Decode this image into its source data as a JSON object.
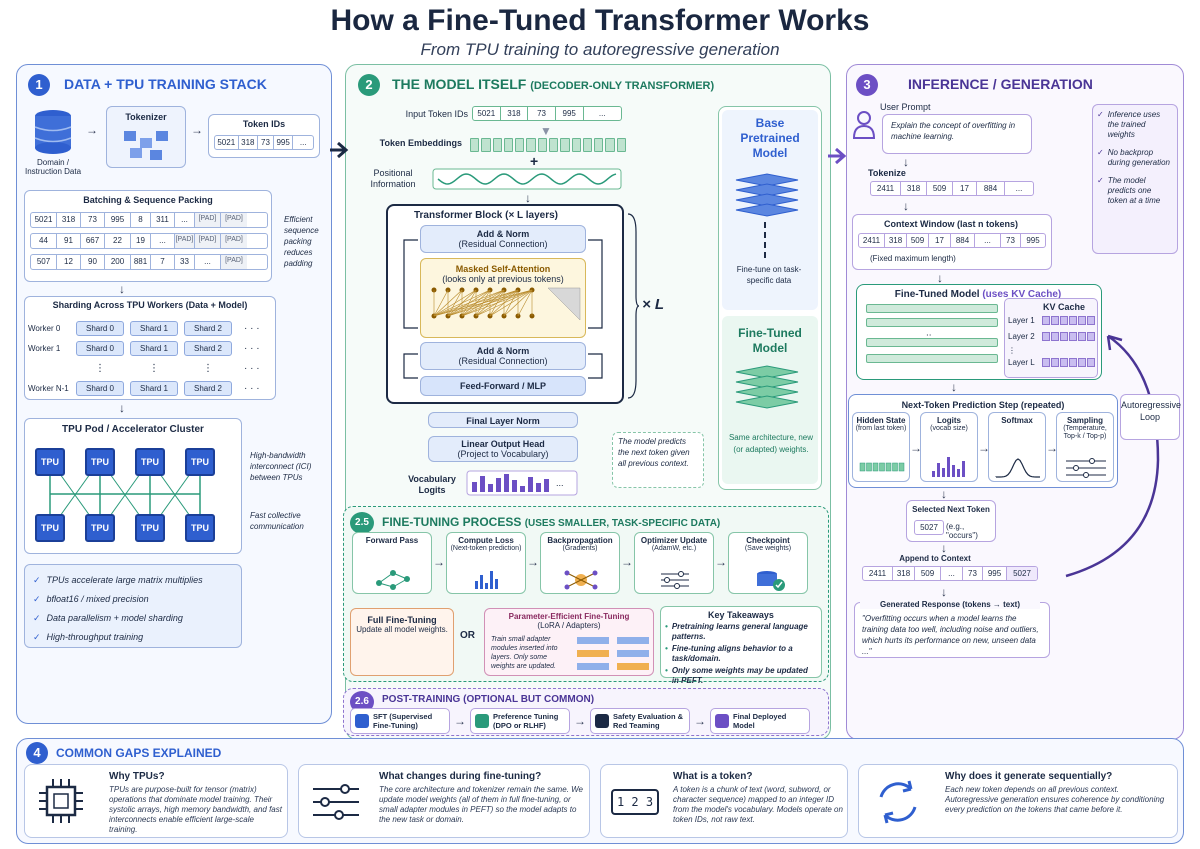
{
  "header": {
    "title": "How a Fine-Tuned Transformer Works",
    "subtitle": "From TPU training to autoregressive generation"
  },
  "colors": {
    "blue": "#2f5fcf",
    "green": "#2a9a7a",
    "purple": "#6c4fc4"
  },
  "section1": {
    "number": "1",
    "title": "DATA + TPU TRAINING STACK",
    "data_label": "Domain / Instruction Data",
    "tokenizer_label": "Tokenizer",
    "token_ids_label": "Token IDs",
    "token_ids": [
      "5021",
      "318",
      "73",
      "995",
      "..."
    ],
    "batching_title": "Batching & Sequence Packing",
    "batch_rows": [
      [
        "5021",
        "318",
        "73",
        "995",
        "8",
        "311",
        "...",
        "[PAD]",
        "[PAD]"
      ],
      [
        "44",
        "91",
        "667",
        "22",
        "19",
        "...",
        "[PAD]",
        "[PAD]",
        "[PAD]"
      ],
      [
        "507",
        "12",
        "90",
        "200",
        "881",
        "7",
        "33",
        "...",
        "[PAD]"
      ]
    ],
    "batching_note": "Efficient sequence packing reduces padding",
    "sharding_title": "Sharding Across TPU Workers (Data + Model)",
    "workers": [
      "Worker 0",
      "Worker 1",
      "Worker N-1"
    ],
    "shards": [
      "Shard 0",
      "Shard 1",
      "Shard 2"
    ],
    "vdots": "⋮",
    "dots": "· · ·",
    "pod_title": "TPU Pod / Accelerator Cluster",
    "tpu_label": "TPU",
    "pod_note1": "High-bandwidth interconnect (ICI) between TPUs",
    "pod_note2": "Fast collective communication",
    "bullets": [
      "TPUs accelerate large matrix multiplies",
      "bfloat16 / mixed precision",
      "Data parallelism + model sharding",
      "High-throughput training"
    ]
  },
  "section2": {
    "number": "2",
    "title": "THE MODEL ITSELF",
    "title_suffix": "(DECODER-ONLY TRANSFORMER)",
    "input_ids_label": "Input Token IDs",
    "input_ids": [
      "5021",
      "318",
      "73",
      "995",
      "..."
    ],
    "embeddings_label": "Token Embeddings",
    "plus": "+",
    "positional_label": "Positional Information",
    "block_title": "Transformer Block (× L layers)",
    "add_norm_1": "Add & Norm",
    "residual_1": "(Residual Connection)",
    "attention_title": "Masked Self-Attention",
    "attention_sub": "(looks only at previous tokens)",
    "add_norm_2": "Add & Norm",
    "residual_2": "(Residual Connection)",
    "ffn": "Feed-Forward / MLP",
    "times_l": "× L",
    "final_norm": "Final Layer Norm",
    "output_head": "Linear Output Head",
    "output_head_sub": "(Project to Vocabulary)",
    "vocab_logits": "Vocabulary Logits",
    "prediction_note": "The model predicts the next token given all previous context.",
    "base_model": "Base Pretrained Model",
    "finetune_arrow_note": "Fine-tune on task-specific data",
    "finetuned_model": "Fine-Tuned Model",
    "finetuned_note": "Same architecture, new (or adapted) weights."
  },
  "section25": {
    "number": "2.5",
    "title": "FINE-TUNING PROCESS",
    "title_suffix": "(USES SMALLER, TASK-SPECIFIC DATA)",
    "steps": [
      {
        "title": "Forward Pass",
        "sub": ""
      },
      {
        "title": "Compute Loss",
        "sub": "(Next-token prediction)"
      },
      {
        "title": "Backpropagation",
        "sub": "(Gradients)"
      },
      {
        "title": "Optimizer Update",
        "sub": "(AdamW, etc.)"
      },
      {
        "title": "Checkpoint",
        "sub": "(Save weights)"
      }
    ],
    "full_ft_title": "Full Fine-Tuning",
    "full_ft_sub": "Update all model weights.",
    "or": "OR",
    "peft_title": "Parameter-Efficient Fine-Tuning",
    "peft_sub": "(LoRA / Adapters)",
    "peft_text": "Train small adapter modules inserted into layers. Only some weights are updated.",
    "takeaways_title": "Key Takeaways",
    "takeaways": [
      "Pretraining learns general language patterns.",
      "Fine-tuning aligns behavior to a task/domain.",
      "Only some weights may be updated in PEFT."
    ]
  },
  "section26": {
    "number": "2.6",
    "title": "POST-TRAINING (OPTIONAL BUT COMMON)",
    "steps": [
      "SFT (Supervised Fine-Tuning)",
      "Preference Tuning (DPO or RLHF)",
      "Safety Evaluation & Red Teaming",
      "Final Deployed Model"
    ]
  },
  "section3": {
    "number": "3",
    "title": "INFERENCE / GENERATION",
    "user_prompt_label": "User Prompt",
    "user_prompt": "Explain the concept of overfitting in machine learning.",
    "notes": [
      "Inference uses the trained weights",
      "No backprop during generation",
      "The model predicts one token at a time"
    ],
    "tokenize_label": "Tokenize",
    "tokenized": [
      "2411",
      "318",
      "509",
      "17",
      "884",
      "..."
    ],
    "context_label": "Context Window (last n tokens)",
    "context": [
      "2411",
      "318",
      "509",
      "17",
      "884",
      "...",
      "73",
      "995"
    ],
    "context_note": "(Fixed maximum length)",
    "ft_model_title": "Fine-Tuned Model",
    "ft_model_suffix": "(uses KV Cache)",
    "kv_cache": "KV Cache",
    "layers": [
      "Layer 1",
      "Layer 2",
      "Layer L"
    ],
    "ellipsis": "⋮",
    "autoregressive": "Autoregressive Loop",
    "nts_title": "Next-Token Prediction Step (repeated)",
    "nts_steps": [
      {
        "title": "Hidden State",
        "sub": "(from last token)"
      },
      {
        "title": "Logits",
        "sub": "(vocab size)"
      },
      {
        "title": "Softmax",
        "sub": ""
      },
      {
        "title": "Sampling",
        "sub": "(Temperature, Top-k / Top-p)"
      }
    ],
    "selected_label": "Selected Next Token",
    "selected_token": "5027",
    "selected_note": "(e.g., \"occurs\")",
    "append_label": "Append to Context",
    "appended": [
      "2411",
      "318",
      "509",
      "...",
      "73",
      "995",
      "5027"
    ],
    "response_label": "Generated Response (tokens → text)",
    "response_text": "\"Overfitting occurs when a model learns the training data too well, including noise and outliers, which hurts its performance on new, unseen data ...\""
  },
  "section4": {
    "number": "4",
    "title": "COMMON GAPS EXPLAINED",
    "cards": [
      {
        "title": "Why TPUs?",
        "text": "TPUs are purpose-built for tensor (matrix) operations that dominate model training. Their systolic arrays, high memory bandwidth, and fast interconnects enable efficient large-scale training."
      },
      {
        "title": "What changes during fine-tuning?",
        "text": "The core architecture and tokenizer remain the same. We update model weights (all of them in full fine-tuning, or small adapter modules in PEFT) so the model adapts to the new task or domain."
      },
      {
        "title": "What is a token?",
        "text": "A token is a chunk of text (word, subword, or character sequence) mapped to an integer ID from the model's vocabulary. Models operate on token IDs, not raw text.",
        "glyph": "1 2 3"
      },
      {
        "title": "Why does it generate sequentially?",
        "text": "Each new token depends on all previous context. Autoregressive generation ensures coherence by conditioning every prediction on the tokens that came before it."
      }
    ]
  }
}
